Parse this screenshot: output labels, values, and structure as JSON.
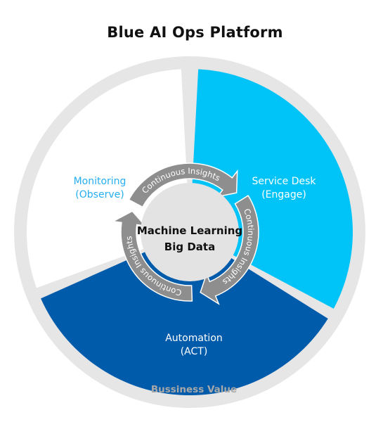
{
  "title": "Blue AI Ops Platform",
  "segments": {
    "monitoring": {
      "line1": "Monitoring",
      "line2": "(Observe)",
      "color": "#ffffff",
      "text_color": "#27aef0"
    },
    "service_desk": {
      "line1": "Service Desk",
      "line2": "(Engage)",
      "color": "#00c4f8",
      "text_color": "#ffffff"
    },
    "automation": {
      "line1": "Automation",
      "line2": "(ACT)",
      "color": "#005bab",
      "text_color": "#ffffff"
    }
  },
  "outer_ring": {
    "label": "Bussiness Value",
    "color": "#e6e6e6"
  },
  "cycle": {
    "arrow_color": "#8e8e8e",
    "labels": [
      "Continuous Insights",
      "Continuous Insights",
      "Continuous Insights"
    ]
  },
  "center": {
    "line1": "Machine Learning",
    "line2": "Big Data",
    "color": "#e3e3e3"
  }
}
